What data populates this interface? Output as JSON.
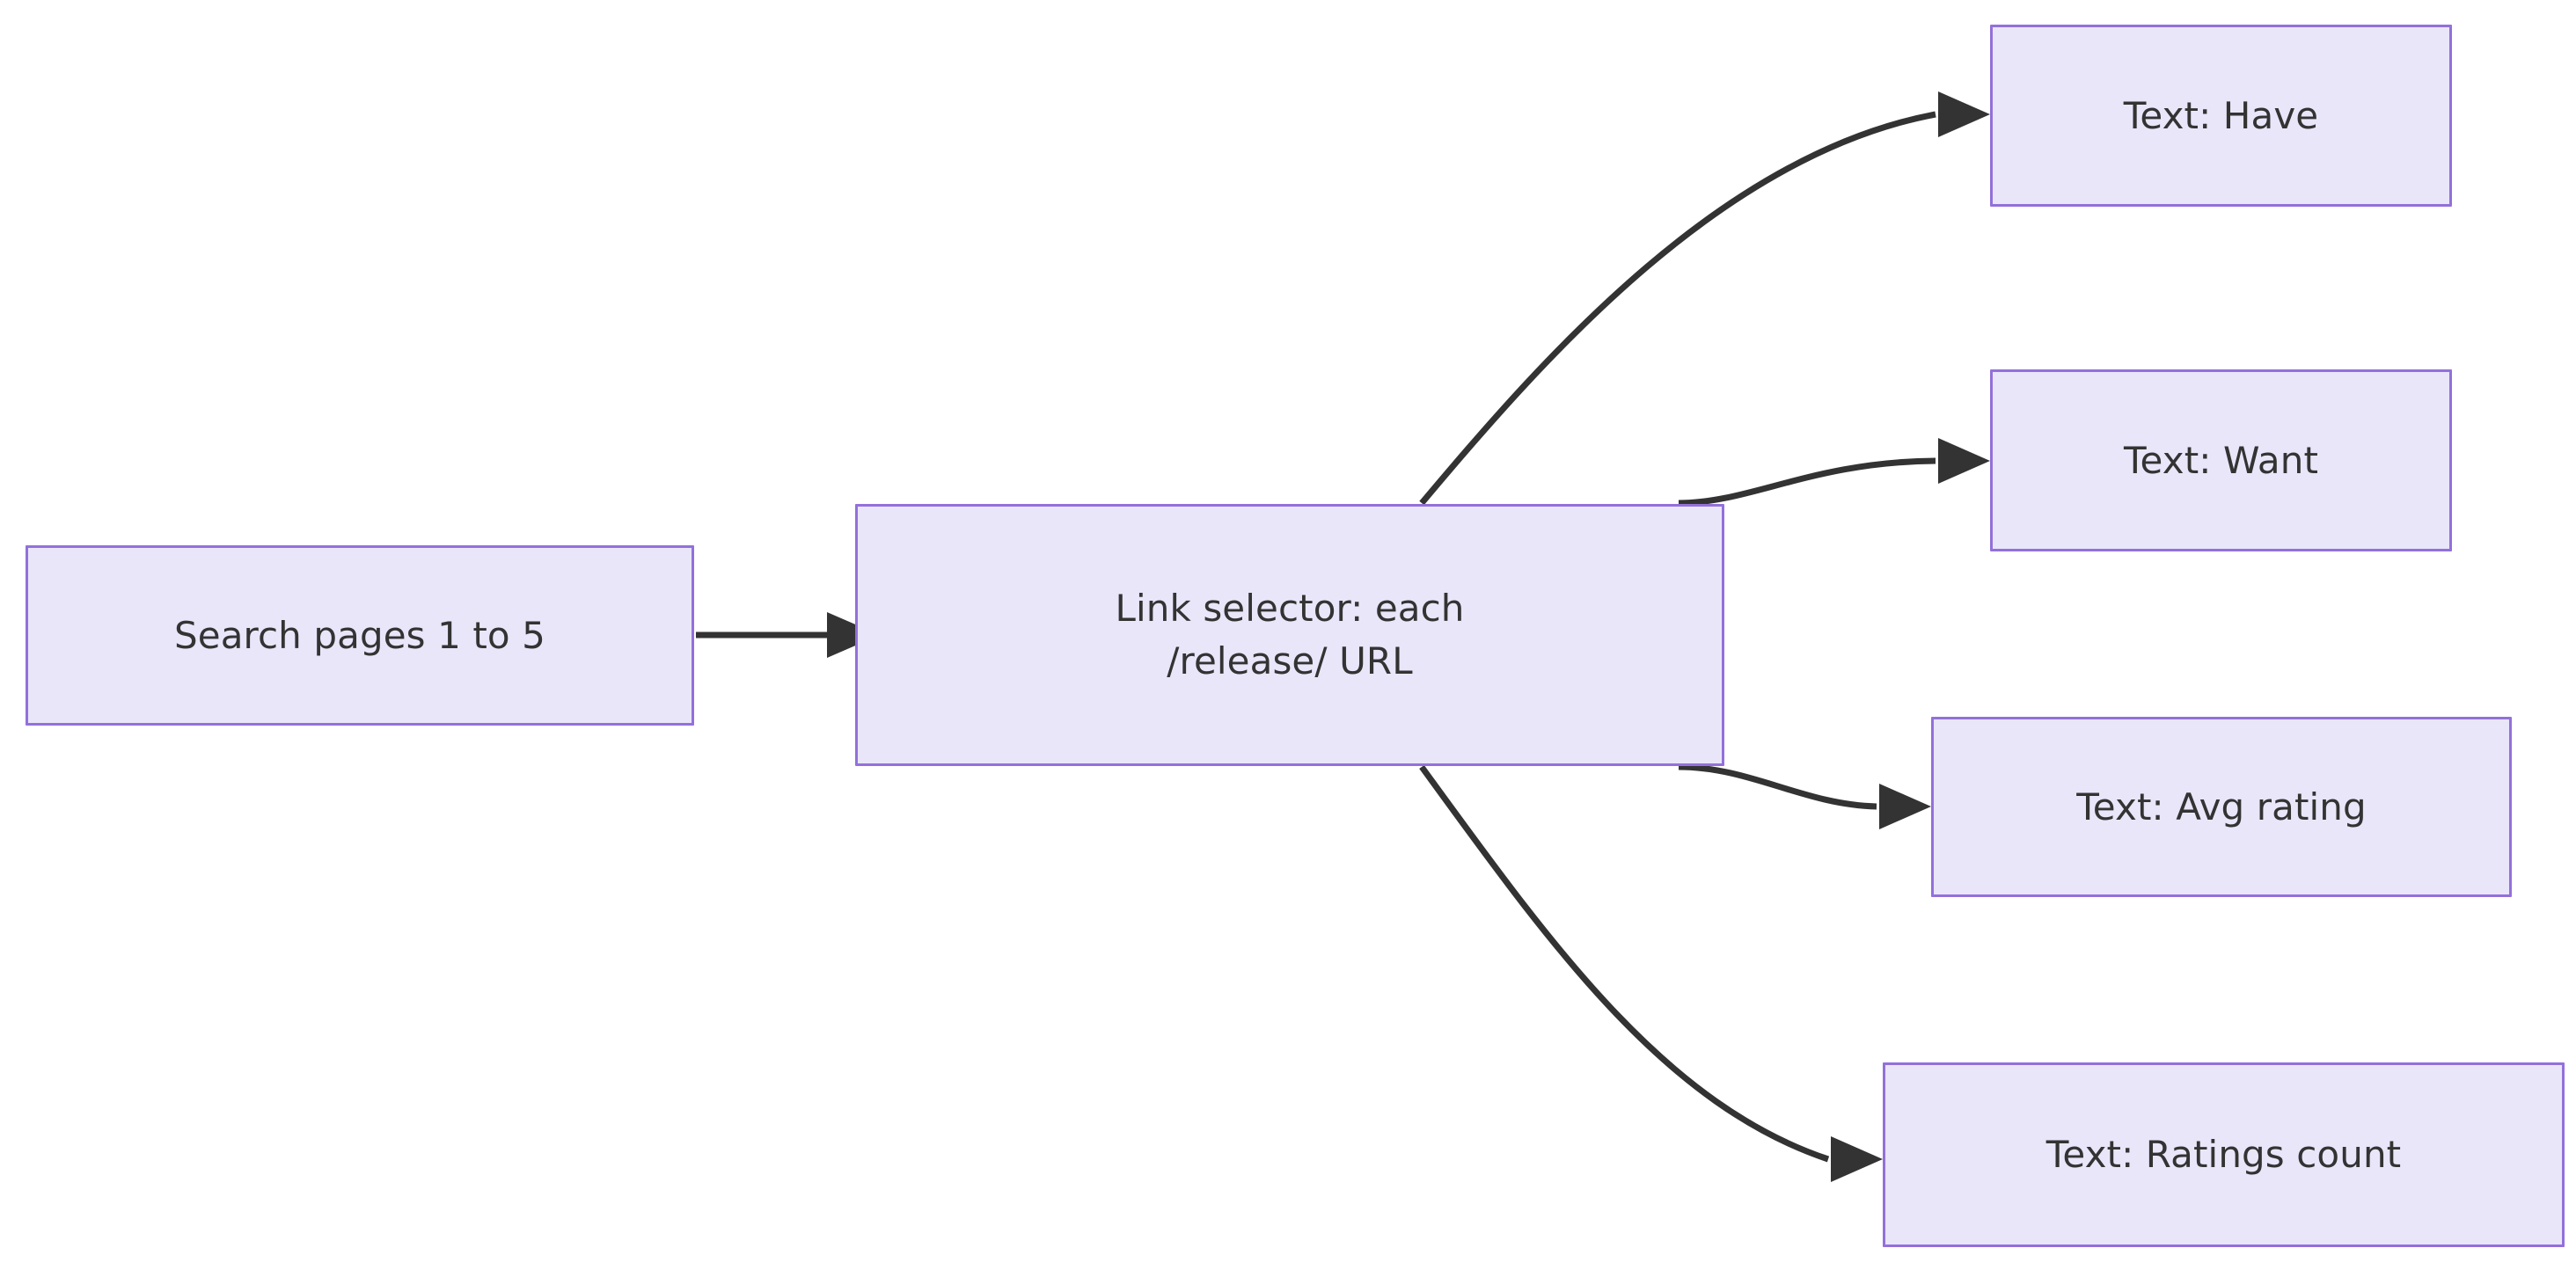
{
  "diagram": {
    "type": "flowchart",
    "direction": "left-to-right",
    "background_color": "#ffffff",
    "node_fill_color": "#e9e6fa",
    "node_border_color": "#9370db",
    "node_text_color": "#333333",
    "edge_color": "#333333"
  },
  "nodes": [
    {
      "id": "search",
      "label": "Search pages 1 to 5",
      "lines": [
        "Search pages 1 to 5"
      ]
    },
    {
      "id": "linkselector",
      "label": "Link selector: each\n/release/ URL",
      "lines": [
        "Link selector: each",
        "/release/ URL"
      ]
    },
    {
      "id": "have",
      "label": "Text: Have",
      "lines": [
        "Text: Have"
      ]
    },
    {
      "id": "want",
      "label": "Text: Want",
      "lines": [
        "Text: Want"
      ]
    },
    {
      "id": "avgrating",
      "label": "Text: Avg rating",
      "lines": [
        "Text: Avg rating"
      ]
    },
    {
      "id": "ratingscount",
      "label": "Text: Ratings count",
      "lines": [
        "Text: Ratings count"
      ]
    }
  ],
  "edges": [
    {
      "id": "e1",
      "from": "search",
      "to": "linkselector",
      "label": ""
    },
    {
      "id": "e2",
      "from": "linkselector",
      "to": "have",
      "label": ""
    },
    {
      "id": "e3",
      "from": "linkselector",
      "to": "want",
      "label": ""
    },
    {
      "id": "e4",
      "from": "linkselector",
      "to": "avgrating",
      "label": ""
    },
    {
      "id": "e5",
      "from": "linkselector",
      "to": "ratingscount",
      "label": ""
    }
  ]
}
